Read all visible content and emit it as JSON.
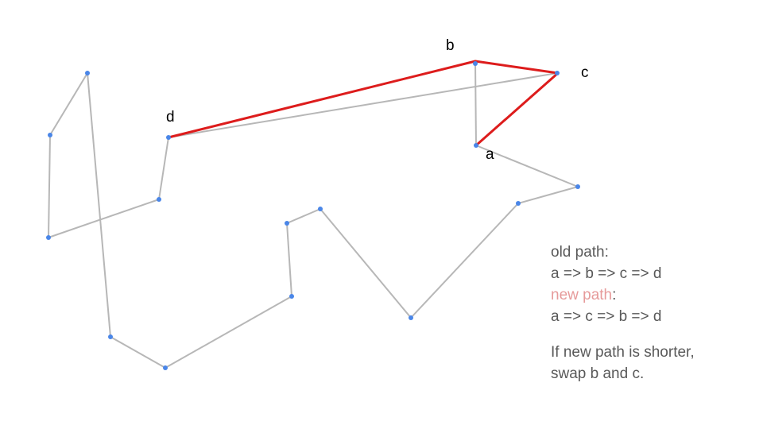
{
  "labels": {
    "a": "a",
    "b": "b",
    "c": "c",
    "d": "d"
  },
  "explanation": {
    "old_path_label": "old path",
    "old_path_colon": ":",
    "old_path": "a => b => c => d",
    "new_path_label": "new path",
    "new_path_colon": ":",
    "new_path": "a => c => b => d",
    "note_line1": "If new path is shorter,",
    "note_line2": "swap b and c."
  },
  "colors": {
    "tour_edge": "#b7b7b7",
    "highlight_edge": "#dd1c1c",
    "node": "#4a86e8",
    "text": "#595959",
    "new_path_accent": "#e69a9a",
    "label": "#000000"
  }
}
